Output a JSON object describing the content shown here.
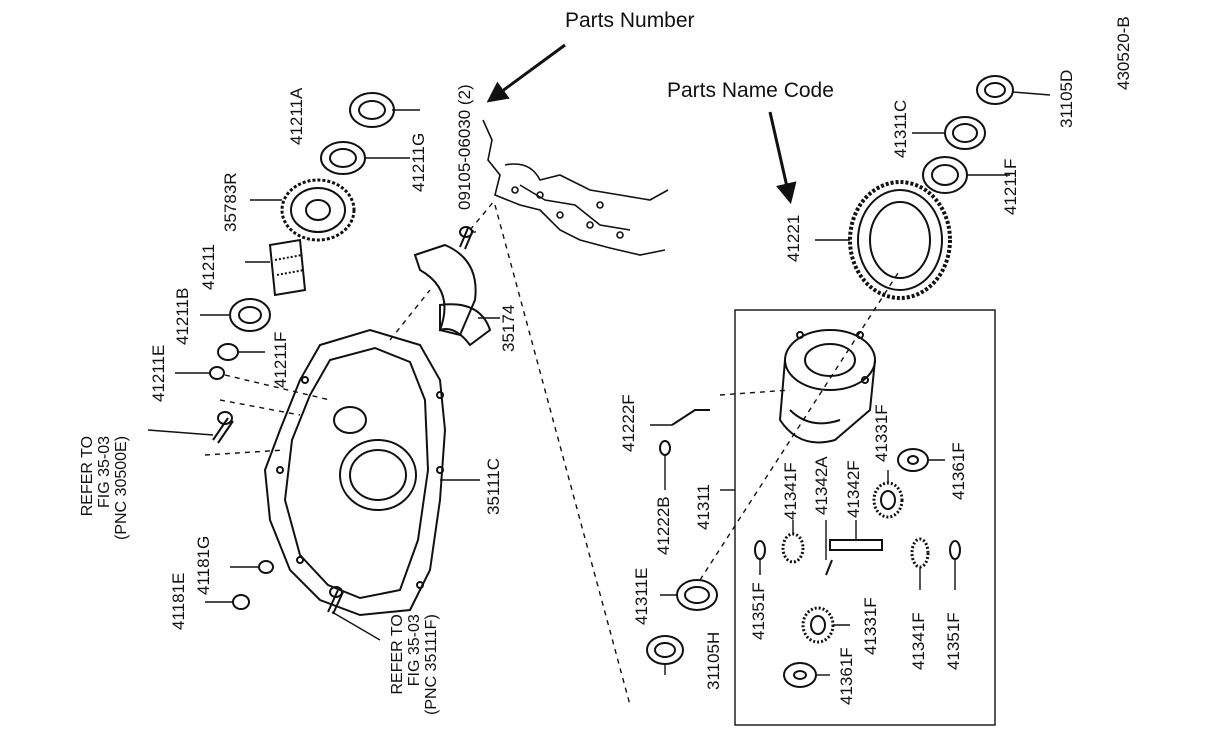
{
  "callouts": {
    "parts_number": "Parts Number",
    "parts_name_code": "Parts Name Code"
  },
  "figure_id": "430520-B",
  "labels": {
    "p09105": "09105-06030 (2)",
    "p41211A": "41211A",
    "p41211G": "41211G",
    "p35783R": "35783R",
    "p41211": "41211",
    "p41211B": "41211B",
    "p41211E": "41211E",
    "p41211F_left": "41211F",
    "p35174": "35174",
    "p35111C": "35111C",
    "p41181G": "41181G",
    "p41181E": "41181E",
    "p41221": "41221",
    "p41311C": "41311C",
    "p41211F_right": "41211F",
    "p31105D": "31105D",
    "p41222F": "41222F",
    "p41222B": "41222B",
    "p41311": "41311",
    "p41311E": "41311E",
    "p31105H": "31105H",
    "p41331F_top": "41331F",
    "p41361F_top": "41361F",
    "p41341F_top": "41341F",
    "p41342A": "41342A",
    "p41342F": "41342F",
    "p41351F_left": "41351F",
    "p41331F_bottom": "41331F",
    "p41361F_bottom": "41361F",
    "p41341F_bottom": "41341F",
    "p41351F_right": "41351F"
  },
  "refer_notes": {
    "top": [
      "REFER TO",
      "FIG 35-03",
      "(PNC 30500E)"
    ],
    "bottom": [
      "REFER TO",
      "FIG 35-03",
      "(PNC 35111F)"
    ]
  }
}
